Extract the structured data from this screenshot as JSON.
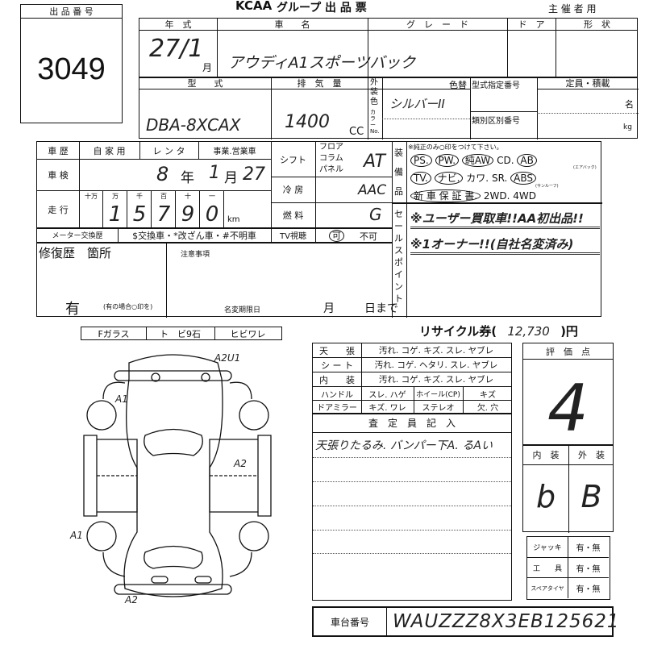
{
  "header": {
    "brand": "KCAA",
    "title": "グループ 出 品 票",
    "copy_label": "主 催 者 用"
  },
  "lot": {
    "label": "出 品 番 号",
    "number": "3049"
  },
  "top": {
    "year_label": "年　式",
    "car_name_label": "車　　名",
    "grade_label": "グ　レ　ー　ド",
    "door_label": "ド　ア",
    "shape_label": "形　状",
    "year_value": "27/1",
    "month_unit": "月",
    "car_name_value": "アウディA1スポーツバック",
    "model_label": "型　　式",
    "displacement_label": "排　気　量",
    "exterior_color_label": "外装色",
    "color_no_label": "カラーNo.",
    "color_change_label": "色替",
    "type_designation_label": "型式指定番号",
    "category_label": "類別区別番号",
    "capacity_label": "定員・積載",
    "persons_unit": "名",
    "kg_unit": "kg",
    "model_value": "DBA-8XCAX",
    "displacement_value": "1400",
    "cc_unit": "CC",
    "color_value": "シルバーII"
  },
  "history": {
    "label": "車 歴",
    "options": [
      "自 家 用",
      "レ ン タ",
      "事業.営業車"
    ]
  },
  "inspection": {
    "label": "車 検",
    "year": "8",
    "year_unit": "年",
    "month": "1",
    "month_unit": "月",
    "day": "27"
  },
  "mileage": {
    "label": "走 行",
    "digit_labels": [
      "十万",
      "万",
      "千",
      "百",
      "十",
      "一"
    ],
    "digits": [
      "",
      "1",
      "5",
      "7",
      "9",
      "0"
    ],
    "unit": "km"
  },
  "meter": {
    "label": "メーター交換歴",
    "options": "$交換車・*改ざん車・#不明車"
  },
  "shift": {
    "label": "シフト",
    "options": [
      "フロア",
      "コラム",
      "パネル"
    ],
    "value": "AT"
  },
  "ac": {
    "label": "冷 房",
    "value": "AAC"
  },
  "fuel": {
    "label": "燃 料",
    "value": "G"
  },
  "tv": {
    "label": "TV視聴",
    "yes": "可",
    "no": "不可"
  },
  "equipment": {
    "label": "装備品",
    "note": "※純正のみ○印をつけて下さい。",
    "row1": [
      "PS.",
      "PW.",
      "純AW",
      "CD.",
      "AB"
    ],
    "ab_sub": "(エアバック)",
    "row2": [
      "TV.",
      "ナビ.",
      "カワ.",
      "SR.",
      "ABS"
    ],
    "sr_sub": "(サンルーフ)",
    "row3": [
      "新 車 保 証 書.",
      "2WD.",
      "4WD"
    ]
  },
  "sales_point": {
    "label": "セールスポイント",
    "lines": [
      "※ユーザー買取車!!AA初出品!!",
      "※1オーナー!!(自社名変済み)"
    ]
  },
  "repair": {
    "label": "修復歴　箇所",
    "value": "有",
    "note": "(有の場合○印を)",
    "caution_label": "注意事項",
    "deadline_label": "名変期限日",
    "month": "月",
    "day": "日まで"
  },
  "glass": {
    "items": [
      "Fガラス",
      "ト　ビ9石",
      "ヒビワレ"
    ]
  },
  "diagram": {
    "marks": [
      "A2U1",
      "A1",
      "A2",
      "A1",
      "A2"
    ]
  },
  "recycle": {
    "label": "リサイクル券(",
    "value": "12,730",
    "unit": ")円"
  },
  "interior": {
    "rows": [
      {
        "label": "天　　張",
        "value": "汚れ. コゲ. キズ. スレ. ヤブレ"
      },
      {
        "label": "シ ー ト",
        "value": "汚れ. コゲ. ヘタリ. スレ. ヤブレ"
      },
      {
        "label": "内　　装",
        "value": "汚れ. コゲ. キズ. スレ. ヤブレ"
      }
    ],
    "handle_label": "ハンドル",
    "handle_value": "スレ. ハゲ",
    "wheel_label": "ホイール(CP)",
    "wheel_value": "キズ",
    "mirror_label": "ドアミラー",
    "mirror_value": "キズ. ワレ",
    "stereo_label": "ステレオ",
    "stereo_value": "欠. 穴",
    "inspector_label": "査　定　員　記　入",
    "inspector_note": "天張りたるみ. バンパー下A. るAい"
  },
  "score": {
    "label": "評　価　点",
    "value": "4",
    "interior_label": "内　装",
    "exterior_label": "外　装",
    "interior_value": "b",
    "exterior_value": "B"
  },
  "accessories": [
    {
      "label": "ジャッキ",
      "value": "有・無"
    },
    {
      "label": "工　　具",
      "value": "有・無"
    },
    {
      "label": "スペアタイヤ",
      "value": "有・無"
    }
  ],
  "vin": {
    "label": "車台番号",
    "value": "WAUZZZ8X3EB125621"
  }
}
